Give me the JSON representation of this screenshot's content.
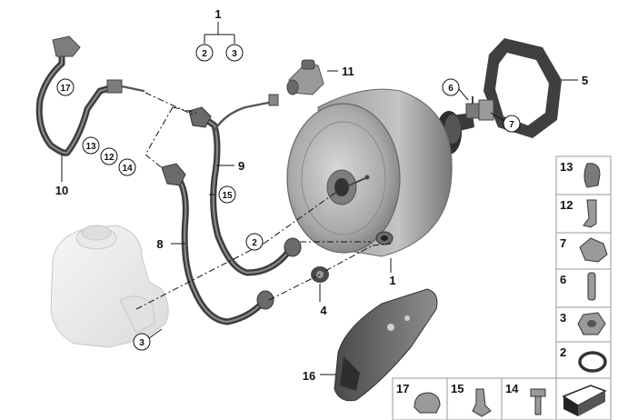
{
  "callouts": [
    {
      "id": "c1-top",
      "text": "1",
      "circled": false
    },
    {
      "id": "c2-top",
      "text": "2",
      "circled": true
    },
    {
      "id": "c3-top",
      "text": "3",
      "circled": true
    },
    {
      "id": "c11",
      "text": "11",
      "circled": false
    },
    {
      "id": "c5",
      "text": "5",
      "circled": false
    },
    {
      "id": "c6",
      "text": "6",
      "circled": true
    },
    {
      "id": "c7",
      "text": "7",
      "circled": true
    },
    {
      "id": "c17",
      "text": "17",
      "circled": true
    },
    {
      "id": "c13",
      "text": "13",
      "circled": true
    },
    {
      "id": "c12",
      "text": "12",
      "circled": true
    },
    {
      "id": "c14",
      "text": "14",
      "circled": true
    },
    {
      "id": "c10",
      "text": "10",
      "circled": false
    },
    {
      "id": "c9",
      "text": "9",
      "circled": false
    },
    {
      "id": "c15",
      "text": "15",
      "circled": true
    },
    {
      "id": "c8",
      "text": "8",
      "circled": false
    },
    {
      "id": "c2-mid",
      "text": "2",
      "circled": true
    },
    {
      "id": "c1-bottom",
      "text": "1",
      "circled": false
    },
    {
      "id": "c4",
      "text": "4",
      "circled": false
    },
    {
      "id": "c3-bottom",
      "text": "3",
      "circled": true
    },
    {
      "id": "c16",
      "text": "16",
      "circled": false
    }
  ],
  "legend_right": [
    {
      "label": "13",
      "part": "hose-clip"
    },
    {
      "label": "12",
      "part": "bracket"
    },
    {
      "label": "7",
      "part": "spring-clip"
    },
    {
      "label": "6",
      "part": "pin"
    },
    {
      "label": "3",
      "part": "hex-nut"
    },
    {
      "label": "2",
      "part": "o-ring"
    }
  ],
  "legend_bottom": [
    {
      "label": "17",
      "part": "hose-clamp"
    },
    {
      "label": "15",
      "part": "holder-clip"
    },
    {
      "label": "14",
      "part": "screw"
    }
  ],
  "colors": {
    "ink": "#111111",
    "part_grey": "#8c8c8c",
    "hose": "#3c3c3c",
    "tank": "#e8e8e8",
    "legend_border": "#9a9a9a"
  }
}
